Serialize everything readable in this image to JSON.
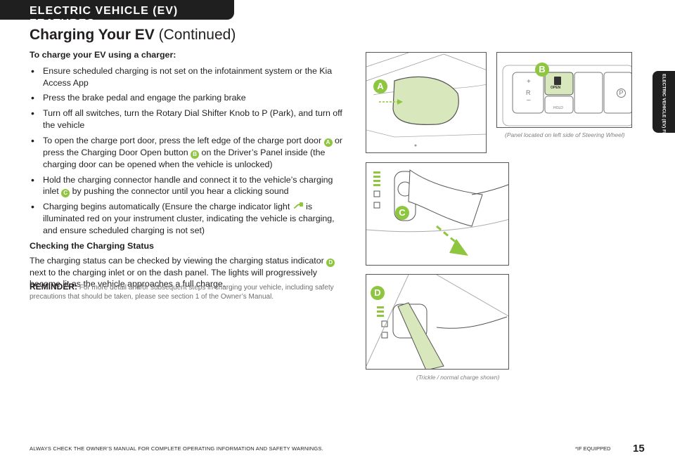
{
  "header": {
    "banner": "ELECTRIC VEHICLE (EV) FEATURES",
    "side_tab": "ELECTRIC VEHICLE (EV) FEATURES"
  },
  "title": {
    "main": "Charging Your EV",
    "suffix": "(Continued)"
  },
  "section1": {
    "lead": "To charge your EV using a charger:",
    "bullets": [
      "Ensure scheduled charging is not set on the infotainment system or the Kia Access App",
      "Press the brake pedal and engage the parking brake",
      "Turn off all switches, turn the Rotary Dial Shifter Knob to P (Park), and turn off the vehicle",
      "To open the charge port door, press the left edge of the charge port door",
      "or press the Charging Door Open button",
      "on the Driver’s Panel inside (the charging door can be opened when the vehicle is unlocked)",
      "Hold the charging connector handle and connect it to the vehicle’s charging inlet",
      "by pushing the connector until you hear a clicking sound",
      "Charging begins automatically (Ensure the charge indicator light",
      "is illuminated red on your instrument cluster, indicating the vehicle is charging, and ensure scheduled charging is not set)"
    ]
  },
  "section2": {
    "heading": "Checking the Charging Status",
    "para1": "The charging status can be checked by viewing the charging status indicator",
    "para2": "next to the charging inlet or on the dash panel. The lights will progressively become lit as the vehicle approaches a full charge."
  },
  "reminder": {
    "label": "REMINDER:",
    "text": "For more detail and/or subsequent steps in charging your vehicle, including safety precautions that should be taken, please see section 1 of the Owner’s Manual."
  },
  "callouts": {
    "a": "A",
    "b": "B",
    "c": "C",
    "d": "D"
  },
  "figures": {
    "panel_b_caption": "(Panel located on left side of Steering Wheel)",
    "panel_b_open": "OPEN",
    "panel_b_hold": "HOLD",
    "panel_b_p": "P",
    "panel_b_r": "R",
    "panel_b_plus": "+",
    "panel_b_minus": "–",
    "panel_d_caption": "(Trickle / normal charge shown)"
  },
  "footer": {
    "warning": "ALWAYS CHECK THE OWNER’S MANUAL FOR COMPLETE OPERATING INFORMATION AND SAFETY WARNINGS.",
    "if_equipped": "*IF EQUIPPED",
    "page": "15"
  },
  "colors": {
    "accent_green": "#8ec63f",
    "dark": "#1f1f1f",
    "caption_gray": "#808080"
  }
}
